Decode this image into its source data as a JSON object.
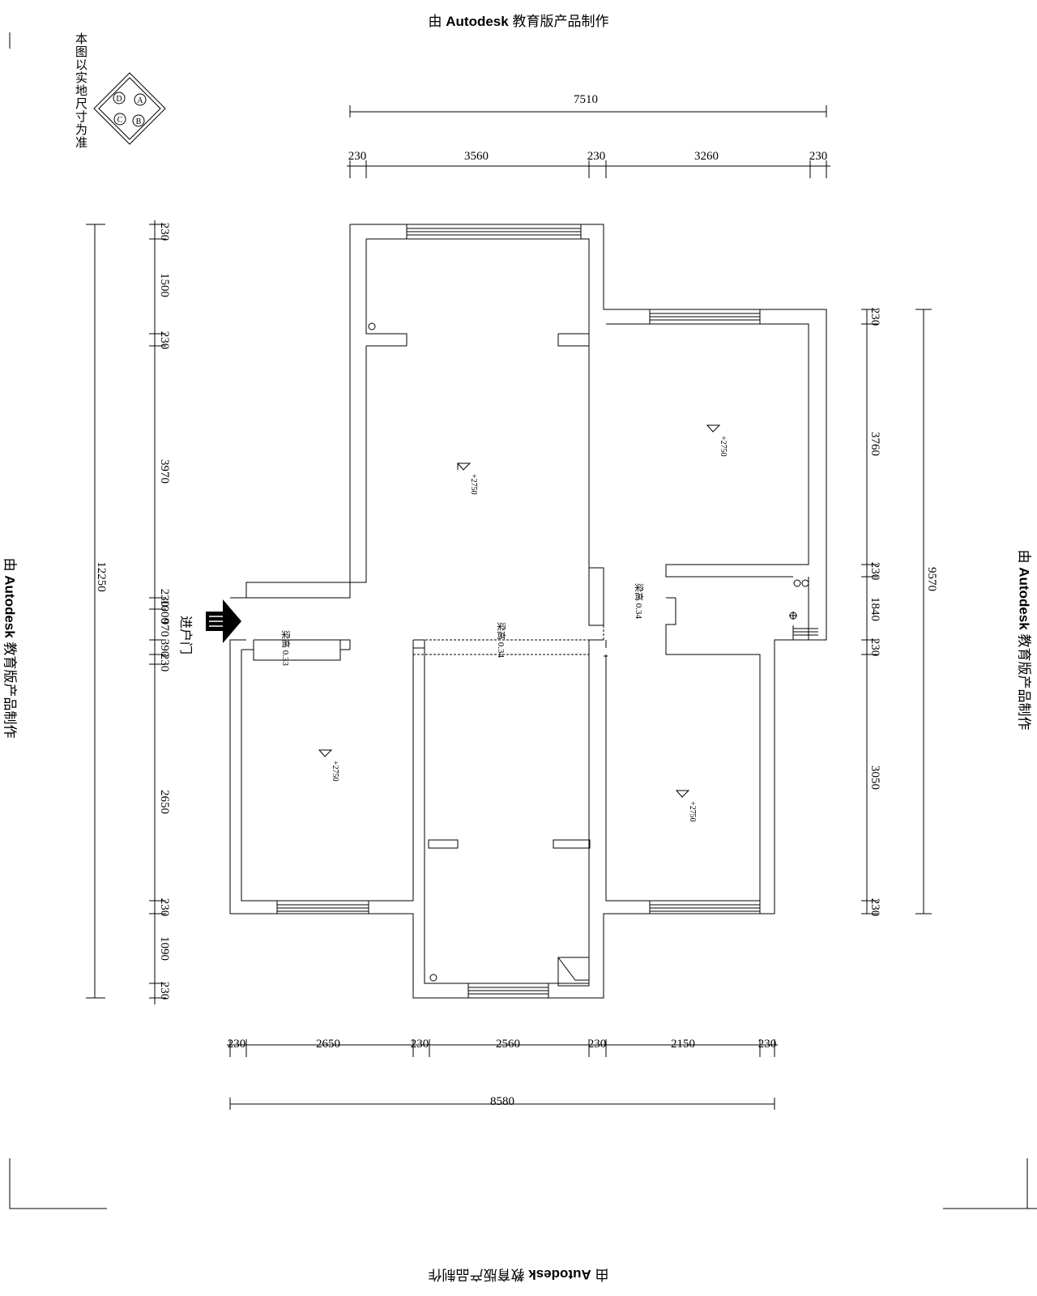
{
  "watermark": {
    "prefix": "由 ",
    "brand": "Autodesk",
    "suffix": " 教育版产品制作"
  },
  "note": "本图以实地尺寸为准",
  "compass": [
    "A",
    "B",
    "C",
    "D"
  ],
  "entrance_label": "进户门",
  "elevation": "+2750",
  "beams": {
    "left": "梁高 0.33",
    "center": "梁高 0.34",
    "right": "梁高 0.34"
  },
  "dims": {
    "top_total": "7510",
    "top": [
      "230",
      "3560",
      "230",
      "3260",
      "230"
    ],
    "bottom": [
      "230",
      "2650",
      "230",
      "2560",
      "230",
      "2150",
      "230"
    ],
    "bottom_total": "8580",
    "left": [
      "230",
      "1500",
      "230",
      "3970",
      "230",
      "1000",
      "970",
      "390",
      "230",
      "2650",
      "230",
      "1090",
      "230"
    ],
    "left_total": "12250",
    "right": [
      "230",
      "3760",
      "230",
      "1840",
      "230",
      "3050",
      "230"
    ],
    "right_total": "9570"
  }
}
